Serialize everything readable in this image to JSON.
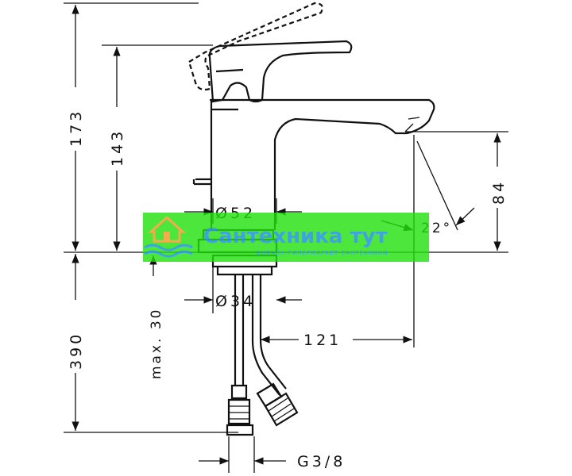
{
  "drawing": {
    "dimensions": {
      "total_height": "173",
      "spout_height": "143",
      "outlet_height": "84",
      "body_diameter": "Ø52",
      "shank_diameter": "Ø34",
      "spout_reach": "121",
      "hose_length": "390",
      "max_thickness": "max. 30",
      "angle": "22°",
      "thread": "G3/8"
    }
  },
  "watermark": {
    "brand": "Сантехника тут",
    "tagline": "ОНЛАЙН-ГИПЕРМАРКЕТ САНТЕХНИКИ",
    "colors": {
      "band": "#22e010",
      "brand_text": "#2f9be0",
      "house": "#f4a63c",
      "waves": "#2f9be0"
    }
  }
}
